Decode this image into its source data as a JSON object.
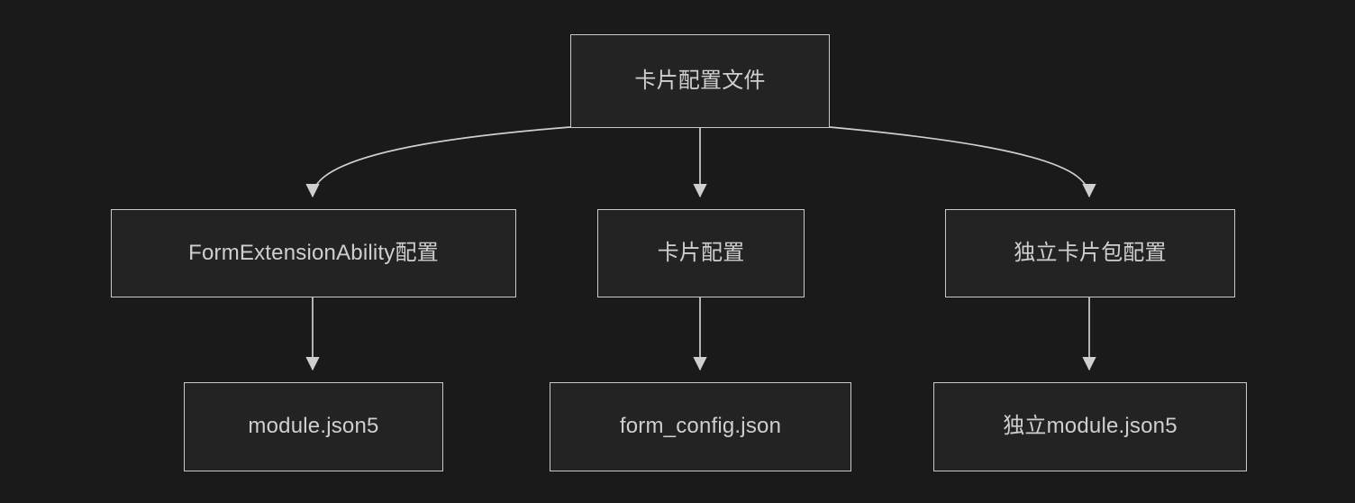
{
  "diagram": {
    "type": "flowchart",
    "direction": "top-down",
    "theme": {
      "background": "#1a1a1a",
      "node_fill": "#232323",
      "node_border": "#c9c9c9",
      "text": "#cfcfcf",
      "edge": "#cfcfcf"
    },
    "nodes": [
      {
        "id": "root",
        "label": "卡片配置文件",
        "level": 0
      },
      {
        "id": "form_ext",
        "label": "FormExtensionAbility配置",
        "level": 1
      },
      {
        "id": "card_cfg",
        "label": "卡片配置",
        "level": 1
      },
      {
        "id": "standalone",
        "label": "独立卡片包配置",
        "level": 1
      },
      {
        "id": "module_json",
        "label": "module.json5",
        "level": 2
      },
      {
        "id": "form_config",
        "label": "form_config.json",
        "level": 2
      },
      {
        "id": "standalone_module",
        "label": "独立module.json5",
        "level": 2
      }
    ],
    "edges": [
      {
        "from": "root",
        "to": "form_ext",
        "style": "curved",
        "arrow": "triangle"
      },
      {
        "from": "root",
        "to": "card_cfg",
        "style": "straight",
        "arrow": "triangle"
      },
      {
        "from": "root",
        "to": "standalone",
        "style": "curved",
        "arrow": "triangle"
      },
      {
        "from": "form_ext",
        "to": "module_json",
        "style": "straight",
        "arrow": "triangle"
      },
      {
        "from": "card_cfg",
        "to": "form_config",
        "style": "straight",
        "arrow": "triangle"
      },
      {
        "from": "standalone",
        "to": "standalone_module",
        "style": "straight",
        "arrow": "triangle"
      }
    ]
  }
}
